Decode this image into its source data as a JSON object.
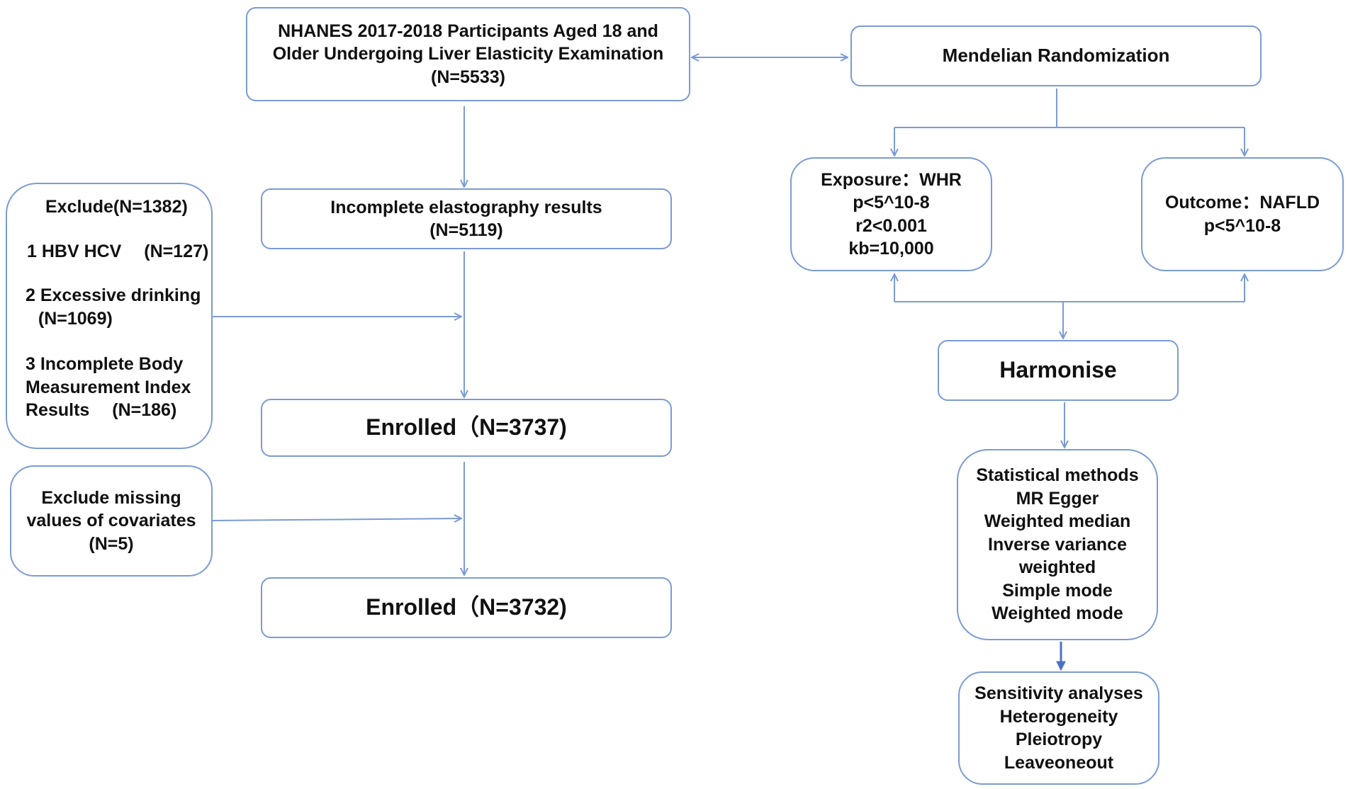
{
  "nhanes": {
    "lines": [
      "NHANES 2017-2018 Participants Aged 18 and",
      "Older Undergoing Liver Elasticity Examination",
      "(N=5533)"
    ]
  },
  "incomplete_elasto": {
    "lines": [
      "Incomplete elastography results",
      "(N=5119)"
    ]
  },
  "exclude1": {
    "title": "Exclude(N=1382)",
    "item1": "1 HBV HCV 　(N=127)",
    "item2a": "2 Excessive drinking",
    "item2b": "  (N=1069)",
    "item3a": "3 Incomplete Body",
    "item3b": "Measurement Index",
    "item3c": "Results 　(N=186)"
  },
  "enrolled1": {
    "label": "Enrolled（N=3737)"
  },
  "exclude2": {
    "lines": [
      "Exclude missing",
      "values of covariates",
      "(N=5)"
    ]
  },
  "enrolled2": {
    "label": "Enrolled（N=3732)"
  },
  "mr": {
    "label": "Mendelian Randomization"
  },
  "exposure": {
    "lines": [
      "Exposure：WHR",
      "p<5^10-8",
      "r2<0.001",
      "kb=10,000"
    ]
  },
  "outcome": {
    "lines": [
      "Outcome：NAFLD",
      "p<5^10-8"
    ]
  },
  "harmonise": {
    "label": "Harmonise"
  },
  "stats": {
    "lines": [
      "Statistical methods",
      "MR Egger",
      "Weighted median",
      "Inverse variance",
      "weighted",
      "Simple mode",
      "Weighted mode"
    ]
  },
  "sensitivity": {
    "lines": [
      "Sensitivity analyses",
      "Heterogeneity",
      "Pleiotropy",
      "Leaveoneout"
    ]
  },
  "colors": {
    "border": "#7b9bd4",
    "arrow": "#7b9bd4",
    "arrow_bold": "#4a72c4"
  }
}
